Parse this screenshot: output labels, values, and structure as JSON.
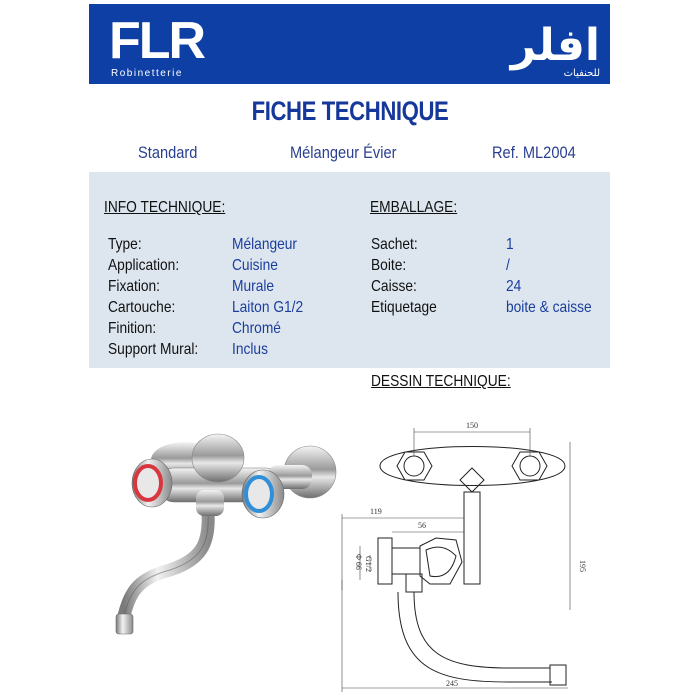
{
  "header": {
    "brand_latin": "FLR",
    "brand_sub": "Robinetterie",
    "brand_arabic": "افلر",
    "brand_arabic_sub": "للحنفيات",
    "colors": {
      "banner": "#0e3fa5",
      "text_blue": "#1b3e9c"
    }
  },
  "title": "FICHE TECHNIQUE",
  "subheader": {
    "category": "Standard",
    "product": "Mélangeur Évier",
    "reference": "Ref. ML2004"
  },
  "info": {
    "heading": "INFO TECHNIQUE:",
    "rows": [
      {
        "label": "Type:",
        "value": "Mélangeur"
      },
      {
        "label": "Application:",
        "value": "Cuisine"
      },
      {
        "label": "Fixation:",
        "value": "Murale"
      },
      {
        "label": "Cartouche:",
        "value": "Laiton G1/2"
      },
      {
        "label": "Finition:",
        "value": "Chromé"
      },
      {
        "label": "Support Mural:",
        "value": "Inclus"
      }
    ]
  },
  "packaging": {
    "heading": "EMBALLAGE:",
    "rows": [
      {
        "label": "Sachet:",
        "value": "1"
      },
      {
        "label": "Boite:",
        "value": "/"
      },
      {
        "label": "Caisse:",
        "value": "24"
      },
      {
        "label": "Etiquetage",
        "value": "boite & caisse"
      }
    ]
  },
  "drawing": {
    "heading": "DESSIN TECHNIQUE:",
    "dims": {
      "top_width": "150",
      "depth": "119",
      "offset": "56",
      "height": "195",
      "reach": "245",
      "diameter": "Φ 66",
      "thread": "G1/2"
    }
  }
}
